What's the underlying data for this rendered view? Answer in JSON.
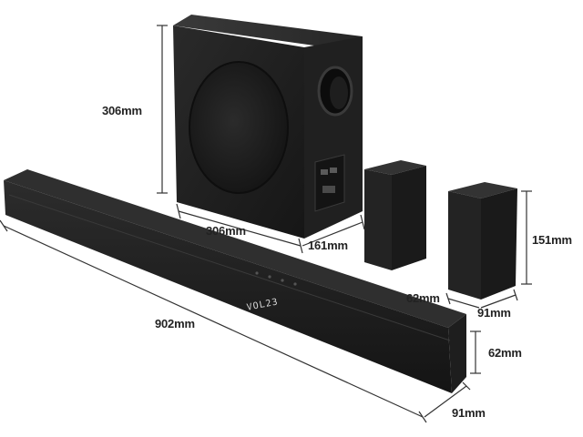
{
  "dimensions": {
    "sub_height": "306mm",
    "sub_width": "306mm",
    "sub_depth": "161mm",
    "speaker_height": "151mm",
    "speaker_width": "62mm",
    "speaker_depth": "91mm",
    "bar_width": "902mm",
    "bar_height": "62mm",
    "bar_depth": "91mm"
  },
  "soundbar_display": "VOL23",
  "colors": {
    "product": "#1c1c1c",
    "dimension_line": "#333333",
    "label": "#222222"
  }
}
